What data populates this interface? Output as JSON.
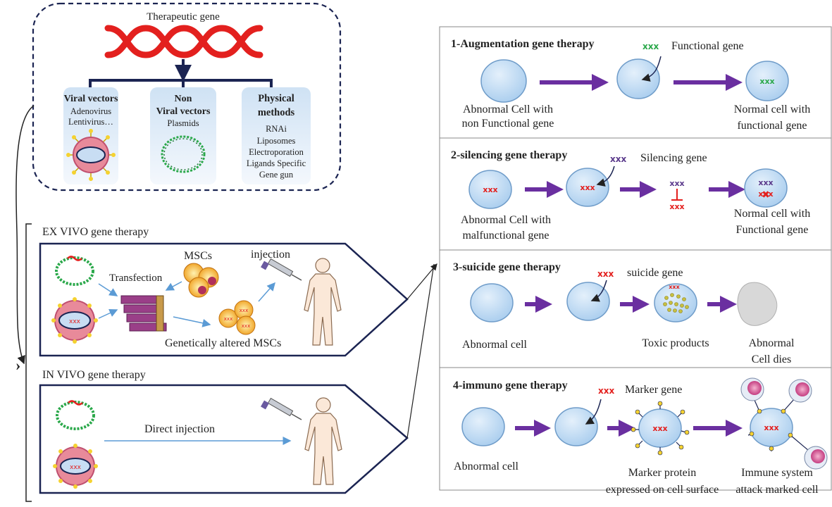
{
  "vectors_box": {
    "title": "Therapeutic gene",
    "viral": {
      "title": "Viral vectors",
      "items": [
        "Adenovirus",
        "Lentivirus…"
      ]
    },
    "nonviral": {
      "title_line1": "Non",
      "title_line2": "Viral vectors",
      "items": [
        "Plasmids"
      ]
    },
    "physical": {
      "title_line1": "Physical",
      "title_line2": "methods",
      "items": [
        "RNAi",
        "Liposomes",
        "Electroporation",
        "Ligands Specific",
        "Gene gun"
      ]
    }
  },
  "ex_vivo": {
    "title": "EX VIVO gene therapy",
    "transfection": "Transfection",
    "mscs": "MSCs",
    "injection": "injection",
    "altered": "Genetically altered MSCs"
  },
  "in_vivo": {
    "title": "IN VIVO gene therapy",
    "direct": "Direct injection"
  },
  "therapies": [
    {
      "title": "1-Augmentation gene therapy",
      "gene": "Functional gene",
      "left_line1": "Abnormal Cell with",
      "left_line2": "non Functional gene",
      "right_line1": "Normal cell with",
      "right_line2": "functional gene"
    },
    {
      "title": "2-silencing gene therapy",
      "gene": "Silencing gene",
      "left_line1": "Abnormal Cell with",
      "left_line2": "malfunctional gene",
      "right_line1": "Normal cell with",
      "right_line2": "Functional gene"
    },
    {
      "title": "3-suicide gene therapy",
      "gene": "suicide gene",
      "left_line1": "Abnormal cell",
      "mid_line1": "Toxic products",
      "right_line1": "Abnormal",
      "right_line2": "Cell dies"
    },
    {
      "title": "4-immuno gene therapy",
      "gene": "Marker gene",
      "left_line1": "Abnormal cell",
      "mid_line1": "Marker protein",
      "mid_line2": "expressed on cell surface",
      "right_line1": "Immune system",
      "right_line2": "attack marked cell"
    }
  ],
  "colors": {
    "dna_red": "#e3201e",
    "navy": "#1b2452",
    "arrow_purple": "#6a2fa0",
    "cell_fill": "#bcd7f0",
    "cell_stroke": "#6f9cc9",
    "light_arrow": "#5b9bd5",
    "green_gene": "#2aa84a",
    "purple_gene": "#5b3a8c"
  }
}
